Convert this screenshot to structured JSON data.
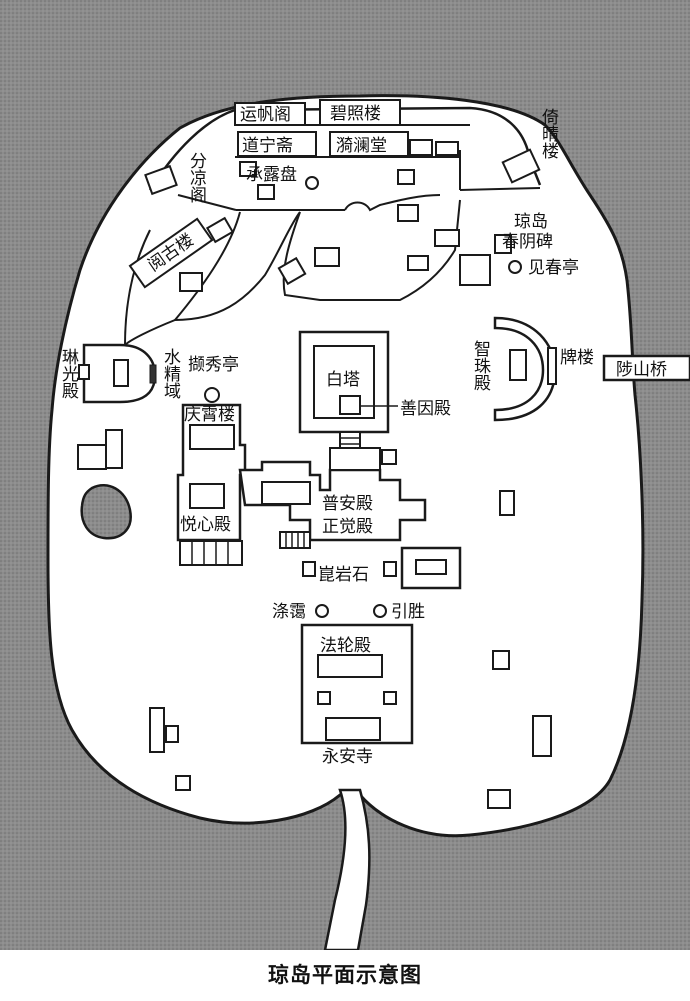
{
  "map": {
    "caption": "琼岛平面示意图",
    "water_color": "#8c8c8c",
    "island_color": "#ffffff",
    "line_color": "#1a1a1a",
    "labels": {
      "yunfan_ge": "运帆阁",
      "bizhao_lou": "碧照楼",
      "daoning_zhai": "道宁斋",
      "yilan_tang": "漪澜堂",
      "chenglu_pan": "承露盘",
      "fenliang_ge": "分凉阁",
      "yiqing_lou": "倚晴楼",
      "yuegu_lou": "阅古楼",
      "qiongdao_chunyin_bei_1": "琼岛",
      "qiongdao_chunyin_bei_2": "春阴碑",
      "jianchun_ting": "见春亭",
      "linguang_dian": "琳光殿",
      "shuijing_yu": "水精域",
      "xiexiu_ting": "撷秀亭",
      "bai_ta": "白塔",
      "shanyin_dian": "善因殿",
      "zhizhu_dian": "智珠殿",
      "pai_lou": "牌楼",
      "zhishan_qiao": "陟山桥",
      "qingxiao_lou": "庆霄楼",
      "yuexin_dian": "悦心殿",
      "puan_dian": "普安殿",
      "zhengjue_dian": "正觉殿",
      "kunlun_shi": "崑岩石",
      "dixia": "涤霭",
      "yinsheng": "引胜",
      "falun_dian": "法轮殿",
      "yongan_si": "永安寺"
    }
  }
}
